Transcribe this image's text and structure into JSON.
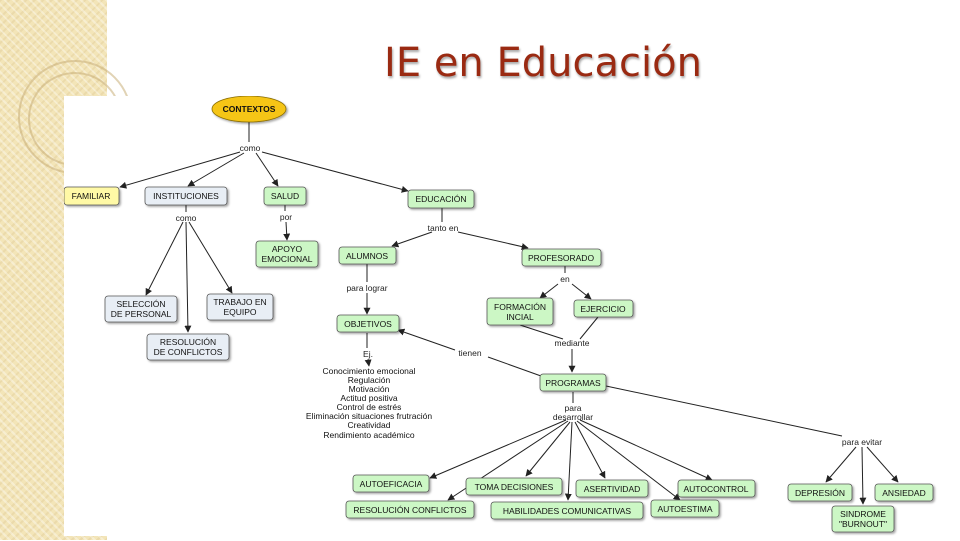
{
  "title": "IE en Educación",
  "colors": {
    "title": "#9a2a12",
    "root_fill": "#f5c518",
    "yellow_fill": "#fff9a6",
    "blue_fill": "#e8eef5",
    "green_fill": "#ccf7c5",
    "edge": "#222222"
  },
  "map": {
    "root": "CONTEXTOS",
    "link_como_root": "como",
    "familiar": "FAMILIAR",
    "instituciones": "INSTITUCIONES",
    "salud": "SALUD",
    "educacion": "EDUCACIÓN",
    "link_como_inst": "como",
    "seleccion": [
      "SELECCIÓN",
      "DE PERSONAL"
    ],
    "resolucion": [
      "RESOLUCIÓN",
      "DE CONFLICTOS"
    ],
    "trabajo": [
      "TRABAJO EN",
      "EQUIPO"
    ],
    "link_por": "por",
    "apoyo": [
      "APOYO",
      "EMOCIONAL"
    ],
    "link_tanto_en": "tanto en",
    "alumnos": "ALUMNOS",
    "profesorado": "PROFESORADO",
    "link_para_lograr": "para lograr",
    "objetivos": "OBJETIVOS",
    "link_ej": "Ej.",
    "objetivos_list": [
      "Conocimiento emocional",
      "Regulación",
      "Motivación",
      "Actitud positiva",
      "Control de estrés",
      "Eliminación situaciones frutración",
      "Creatividad",
      "Rendimiento académico"
    ],
    "link_en": "en",
    "formacion": [
      "FORMACIÓN",
      "INCIAL"
    ],
    "ejercicio": "EJERCICIO",
    "link_mediante": "mediante",
    "programas": "PROGRAMAS",
    "link_tienen": "tienen",
    "link_para_desarrollar": [
      "para",
      "desarrollar"
    ],
    "link_para_evitar": "para evitar",
    "autoeficacia": "AUTOEFICACIA",
    "resolucion_conflictos": "RESOLUCIÓN CONFLICTOS",
    "toma_decisiones": "TOMA DECISIONES",
    "habilidades": "HABILIDADES COMUNICATIVAS",
    "asertividad": "ASERTIVIDAD",
    "autoestima": "AUTOESTIMA",
    "autocontrol": "AUTOCONTROL",
    "depresion": "DEPRESIÓN",
    "sindrome": [
      "SINDROME",
      "\"BURNOUT\""
    ],
    "ansiedad": "ANSIEDAD"
  }
}
